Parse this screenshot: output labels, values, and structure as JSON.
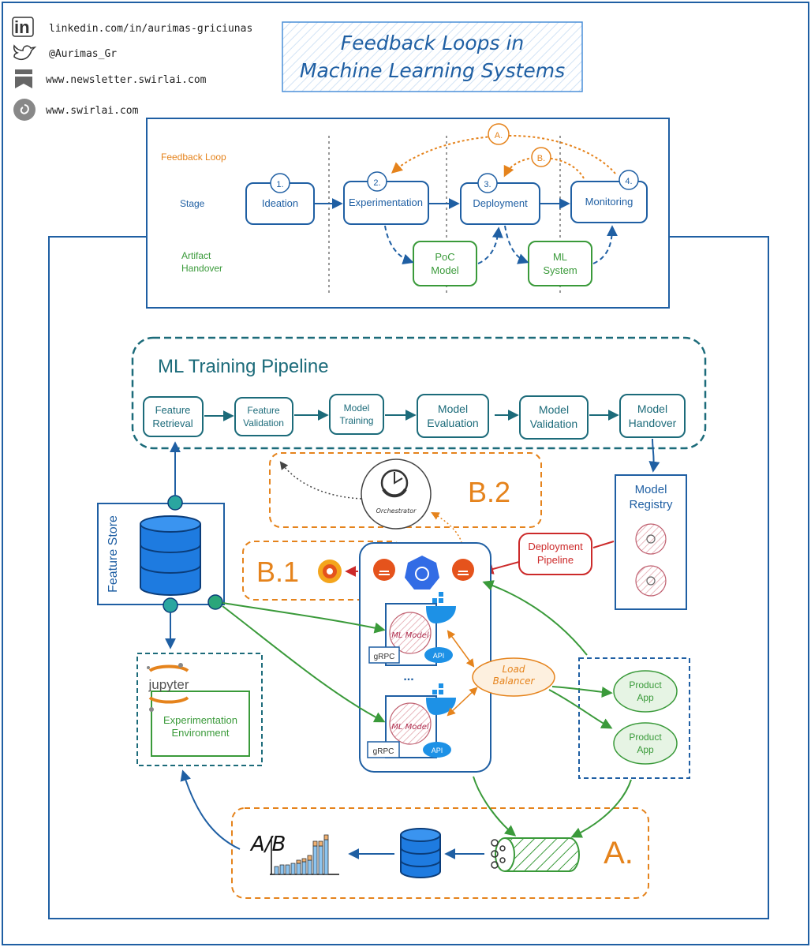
{
  "header": {
    "links": [
      {
        "icon": "linkedin-icon",
        "text": "linkedin.com/in/aurimas-griciunas"
      },
      {
        "icon": "twitter-icon",
        "text": "@Aurimas_Gr"
      },
      {
        "icon": "bookmark-icon",
        "text": "www.newsletter.swirlai.com"
      },
      {
        "icon": "swirlai-logo-icon",
        "text": "www.swirlai.com"
      }
    ],
    "title_line1": "Feedback Loops in",
    "title_line2": "Machine Learning Systems"
  },
  "lifecycle": {
    "row_labels": {
      "feedback": "Feedback Loop",
      "stage": "Stage",
      "artifact1": "Artifact",
      "artifact2": "Handover"
    },
    "stages": [
      {
        "num": "1.",
        "label": "Ideation"
      },
      {
        "num": "2.",
        "label": "Experimentation"
      },
      {
        "num": "3.",
        "label": "Deployment"
      },
      {
        "num": "4.",
        "label": "Monitoring"
      }
    ],
    "artifacts": [
      {
        "line1": "PoC",
        "line2": "Model"
      },
      {
        "line1": "ML",
        "line2": "System"
      }
    ],
    "loops": {
      "a": "A.",
      "b": "B."
    }
  },
  "pipeline": {
    "title": "ML Training Pipeline",
    "steps": [
      {
        "line1": "Feature",
        "line2": "Retrieval"
      },
      {
        "line1": "Feature",
        "line2": "Validation"
      },
      {
        "line1": "Model",
        "line2": "Training"
      },
      {
        "line1": "Model",
        "line2": "Evaluation"
      },
      {
        "line1": "Model",
        "line2": "Validation"
      },
      {
        "line1": "Model",
        "line2": "Handover"
      }
    ]
  },
  "regions": {
    "b2": "B.2",
    "b1": "B.1",
    "a": "A."
  },
  "orchestrator": "Orchestrator",
  "feature_store": "Feature Store",
  "registry": {
    "line1": "Model",
    "line2": "Registry"
  },
  "deployment_pipeline": {
    "line1": "Deployment",
    "line2": "Pipeline"
  },
  "serving": {
    "model_label": "ML Model",
    "grpc": "gRPC",
    "api": "API",
    "ellipsis": "...",
    "load_balancer": {
      "line1": "Load",
      "line2": "Balancer"
    }
  },
  "product_apps": [
    {
      "line1": "Product",
      "line2": "App"
    },
    {
      "line1": "Product",
      "line2": "App"
    }
  ],
  "experimentation": {
    "jupyter": "jupyter",
    "line1": "Experimentation",
    "line2": "Environment"
  },
  "ab_label": "A/B",
  "colors": {
    "blue": "#1f5fa3",
    "teal": "#1c6b7a",
    "orange": "#e5831c",
    "green": "#3a9a3a",
    "red": "#cc2a2a"
  }
}
